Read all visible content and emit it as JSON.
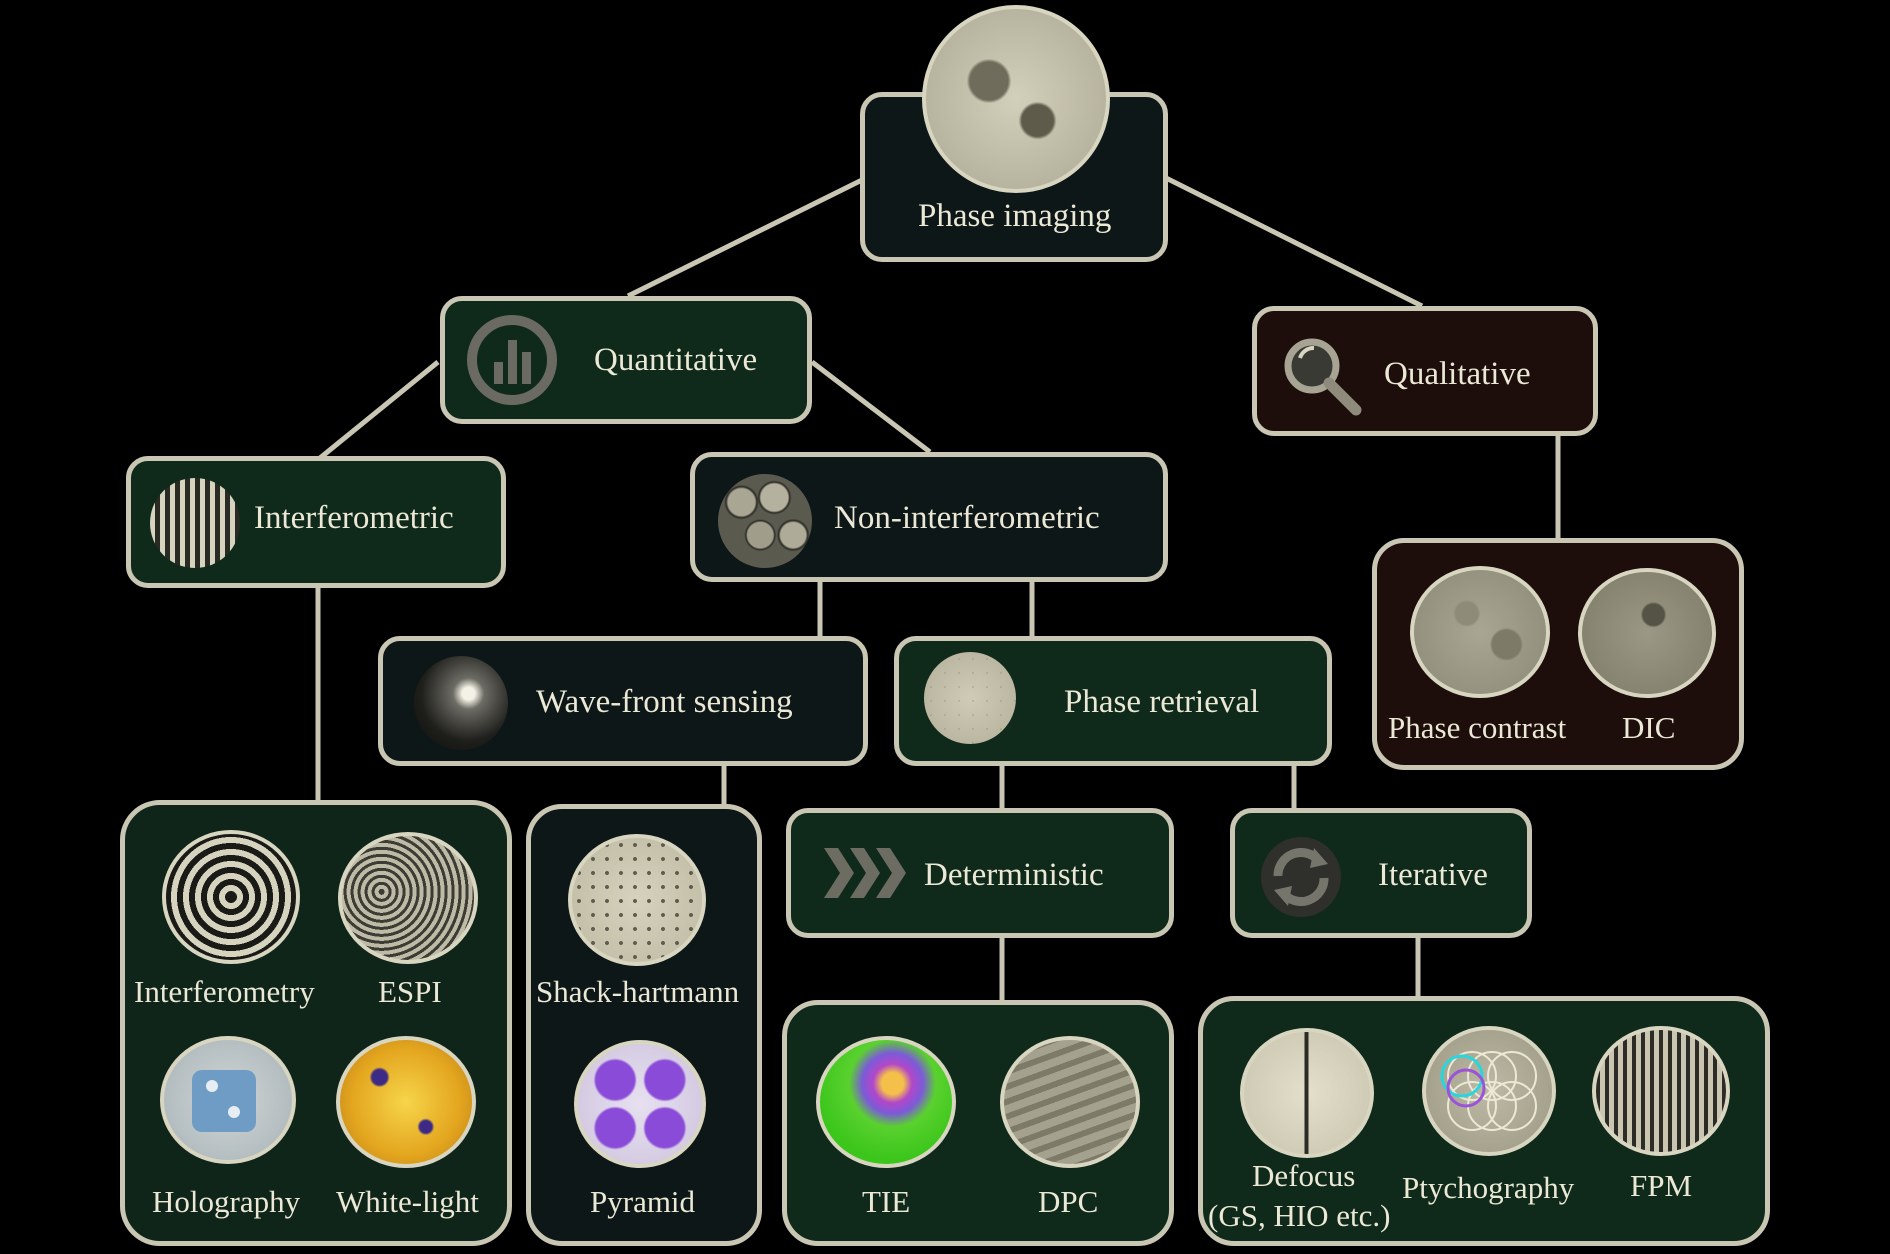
{
  "nodes": {
    "phase_imaging": "Phase imaging",
    "quantitative": "Quantitative",
    "qualitative": "Qualitative",
    "interferometric": "Interferometric",
    "non_interferometric": "Non-interferometric",
    "wavefront_sensing": "Wave-front sensing",
    "phase_retrieval": "Phase retrieval",
    "deterministic": "Deterministic",
    "iterative": "Iterative"
  },
  "techniques": {
    "interferometry": "Interferometry",
    "espi": "ESPI",
    "holography": "Holography",
    "white_light": "White-light",
    "shack_hartmann": "Shack-hartmann",
    "pyramid": "Pyramid",
    "tie": "TIE",
    "dpc": "DPC",
    "defocus_line1": "Defocus",
    "defocus_line2": "(GS, HIO etc.)",
    "ptychography": "Ptychography",
    "fpm": "FPM",
    "phase_contrast": "Phase contrast",
    "dic": "DIC"
  },
  "colors": {
    "border": "#c9c6b4",
    "quantitative_fill": "#0f2a1b",
    "qualitative_fill": "#1d0d0b",
    "sensing_fill": "#0d1718",
    "background": "#000000",
    "text": "#ebe8d6"
  },
  "icons": {
    "quantitative": "bar-chart-icon",
    "qualitative": "magnifier-icon",
    "deterministic": "chevrons-icon",
    "iterative": "refresh-icon"
  }
}
